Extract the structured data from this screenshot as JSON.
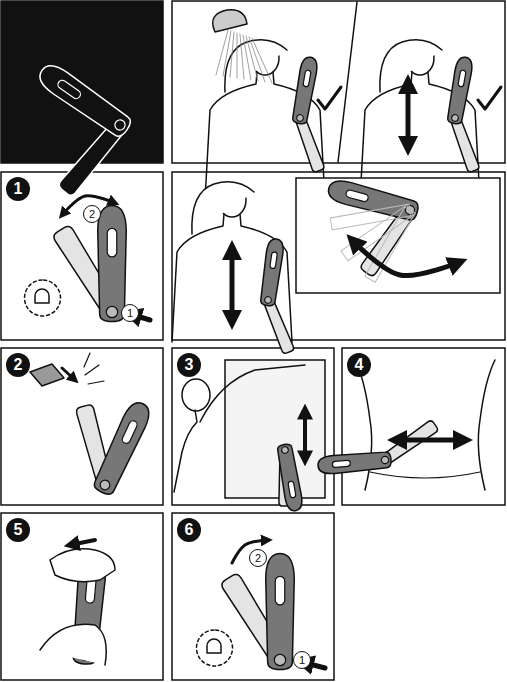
{
  "diagram": {
    "labels": [
      "1",
      "2",
      "1",
      "2",
      "3",
      "4",
      "5",
      "6",
      "2",
      "1"
    ]
  }
}
